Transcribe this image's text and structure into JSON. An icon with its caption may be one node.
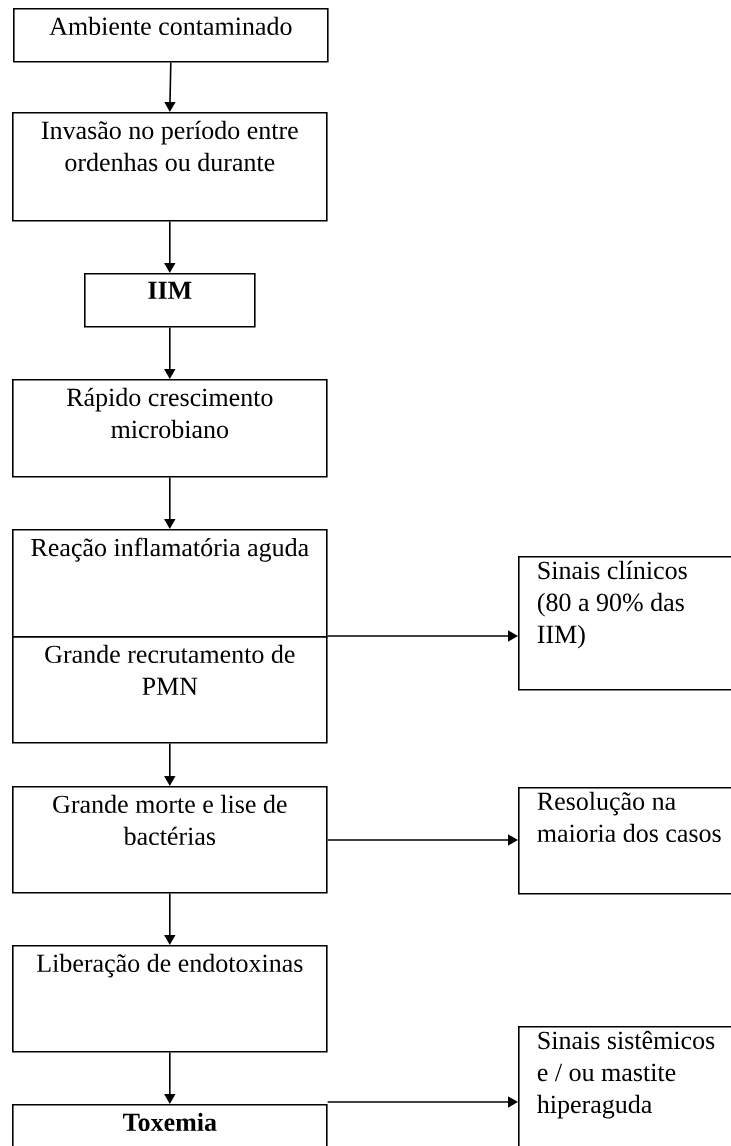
{
  "diagram": {
    "nodes": [
      {
        "text": [
          "Ambiente contaminado"
        ]
      },
      {
        "text": [
          "Invasão no período entre ordenhas ou durante"
        ]
      },
      {
        "text": [
          "IIM"
        ]
      },
      {
        "text": [
          "Rápido crescimento microbiano"
        ]
      },
      {
        "text": [
          "Reação inflamatória aguda"
        ]
      },
      {
        "text": [
          "Grande recrutamento de PMN"
        ]
      },
      {
        "text": [
          "Grande morte e lise de bactérias"
        ]
      },
      {
        "text": [
          "Liberação de endotoxinas"
        ]
      },
      {
        "text": [
          "Toxemia"
        ]
      },
      {
        "text": [
          "Sinais clínicos (80 a 90% das IIM)"
        ]
      },
      {
        "text": [
          "Resolução na maioria dos casos"
        ]
      },
      {
        "text": [
          "Sinais sistêmicos e / ou mastite hiperaguda"
        ]
      }
    ],
    "edges": [
      {
        "from": 0,
        "to": 1,
        "arrow": "to"
      },
      {
        "from": 1,
        "to": 2,
        "arrow": "to"
      },
      {
        "from": 2,
        "to": 3,
        "arrow": "to"
      },
      {
        "from": 3,
        "to": 4,
        "arrow": "to"
      },
      {
        "from": 5,
        "to": 6,
        "arrow": "to"
      },
      {
        "from": 6,
        "to": 7,
        "arrow": "to"
      },
      {
        "from": 7,
        "to": 8,
        "arrow": "to"
      },
      {
        "from": 4,
        "to": 9,
        "arrow": "to"
      },
      {
        "from": 6,
        "to": 10,
        "arrow": "to"
      },
      {
        "from": 8,
        "to": 11,
        "arrow": "to"
      }
    ]
  }
}
